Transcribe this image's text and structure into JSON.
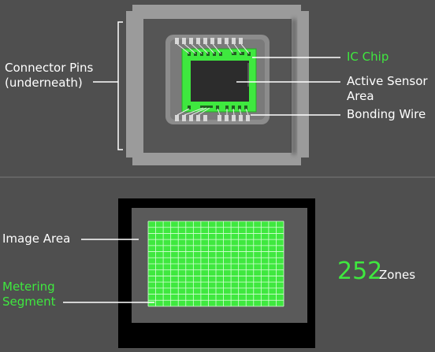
{
  "top": {
    "labels": {
      "connector_pins_line1": "Connector Pins",
      "connector_pins_line2": "(underneath)",
      "ic_chip": "IC Chip",
      "active_sensor_line1": "Active Sensor",
      "active_sensor_line2": "Area",
      "bonding_wire": "Bonding Wire"
    }
  },
  "bottom": {
    "labels": {
      "image_area": "Image Area",
      "metering_line1": "Metering",
      "metering_line2": "Segment"
    },
    "zones_count": "252",
    "zones_word": "Zones",
    "grid": {
      "columns": 18,
      "rows": 14
    }
  },
  "colors": {
    "background": "#4f4f4f",
    "accent_green": "#3fe83f",
    "chip_body": "#9a9a9a",
    "sensor_black": "#000000",
    "text": "#ffffff"
  }
}
